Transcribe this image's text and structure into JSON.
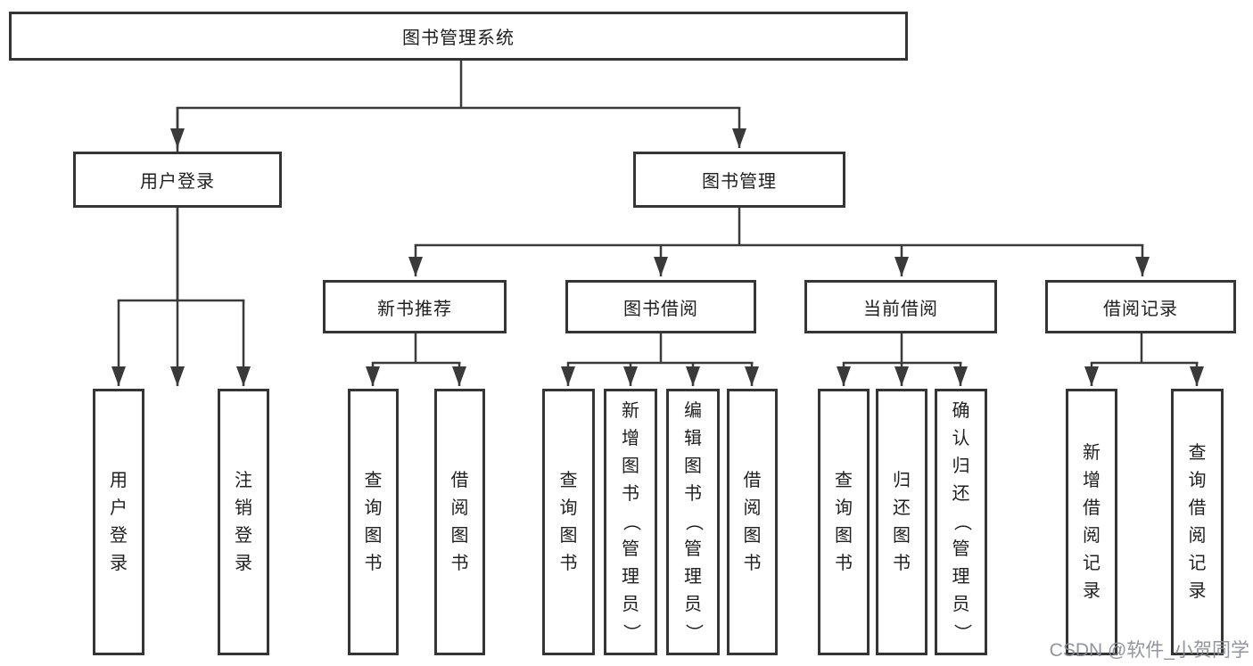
{
  "tree": {
    "label": "图书管理系统",
    "children": [
      {
        "label": "用户登录",
        "children": [
          {
            "label": "用户登录"
          },
          {
            "label": "注销登录"
          }
        ]
      },
      {
        "label": "图书管理",
        "children": [
          {
            "label": "新书推荐",
            "children": [
              {
                "label": "查询图书"
              },
              {
                "label": "借阅图书"
              }
            ]
          },
          {
            "label": "图书借阅",
            "children": [
              {
                "label": "查询图书"
              },
              {
                "label": "新增图书（管理员）"
              },
              {
                "label": "编辑图书（管理员）"
              },
              {
                "label": "借阅图书"
              }
            ]
          },
          {
            "label": "当前借阅",
            "children": [
              {
                "label": "查询图书"
              },
              {
                "label": "归还图书"
              },
              {
                "label": "确认归还（管理员）"
              }
            ]
          },
          {
            "label": "借阅记录",
            "children": [
              {
                "label": "新增借阅记录"
              },
              {
                "label": "查询借阅记录"
              }
            ]
          }
        ]
      }
    ]
  },
  "watermark": "CSDN @软件_小贺同学",
  "colors": {
    "line": "#3a3a3a",
    "border": "#353535",
    "text": "#1f1f1f",
    "watermark": "#8a8c96",
    "background": "#ffffff"
  }
}
